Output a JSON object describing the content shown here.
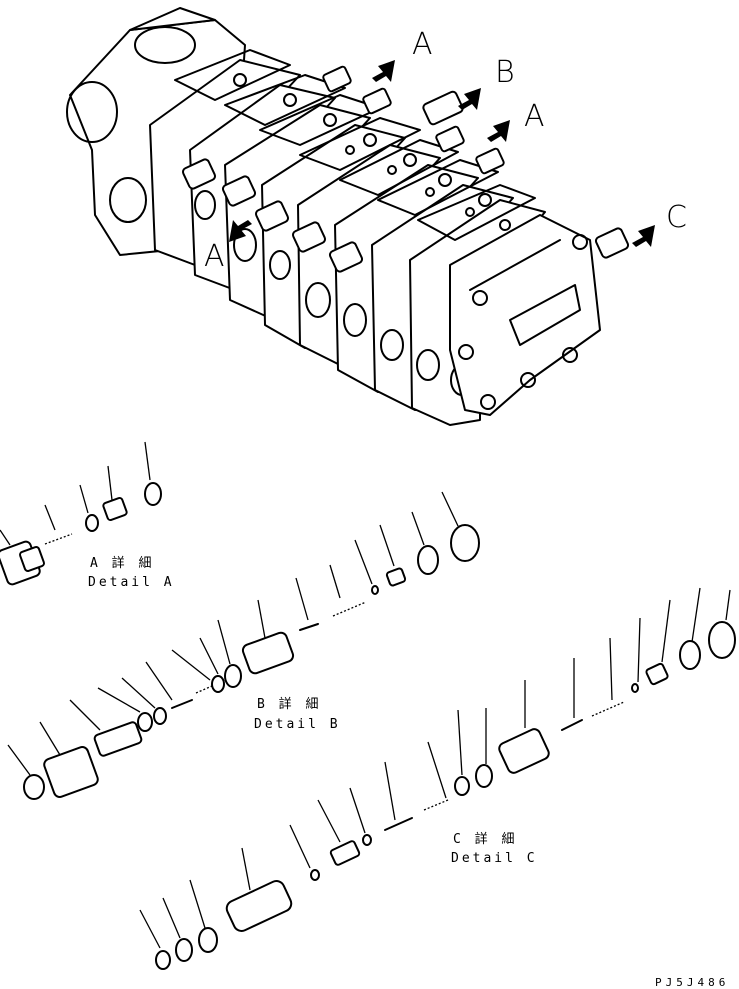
{
  "callouts": {
    "a_top": "A",
    "b_top": "B",
    "a_right": "A",
    "c_right": "C",
    "a_left": "A"
  },
  "details": {
    "a": {
      "jp": "A 詳 細",
      "en": "Detail A"
    },
    "b": {
      "jp": "B 詳 細",
      "en": "Detail B"
    },
    "c": {
      "jp": "C 詳 細",
      "en": "Detail C"
    }
  },
  "drawing_code": "PJ5J486"
}
